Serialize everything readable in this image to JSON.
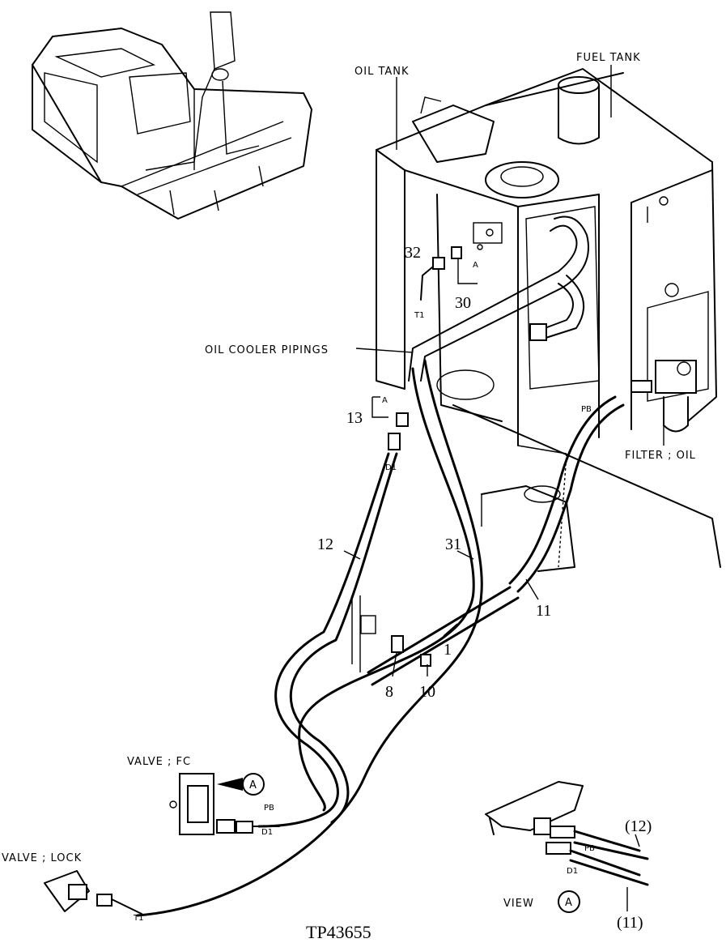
{
  "labels": {
    "oil_tank": "OIL TANK",
    "fuel_tank": "FUEL TANK",
    "oil_cooler_pipings": "OIL COOLER PIPINGS",
    "filter_oil": "FILTER ; OIL",
    "valve_fc": "VALVE ; FC",
    "valve_lock": "VALVE ; LOCK",
    "view": "VIEW",
    "view_ref": "A",
    "drawing_code": "TP43655"
  },
  "callouts": {
    "c1": "1",
    "c8": "8",
    "c10": "10",
    "c11": "11",
    "c12": "12",
    "c13": "13",
    "c30": "30",
    "c31": "31",
    "c32": "32",
    "c12_paren": "(12)",
    "c11_paren": "(11)"
  },
  "port_tags": {
    "pb": "PB",
    "d1": "D1",
    "t1": "T1",
    "a": "A"
  },
  "colors": {
    "ink": "#000000",
    "paper": "#ffffff"
  }
}
